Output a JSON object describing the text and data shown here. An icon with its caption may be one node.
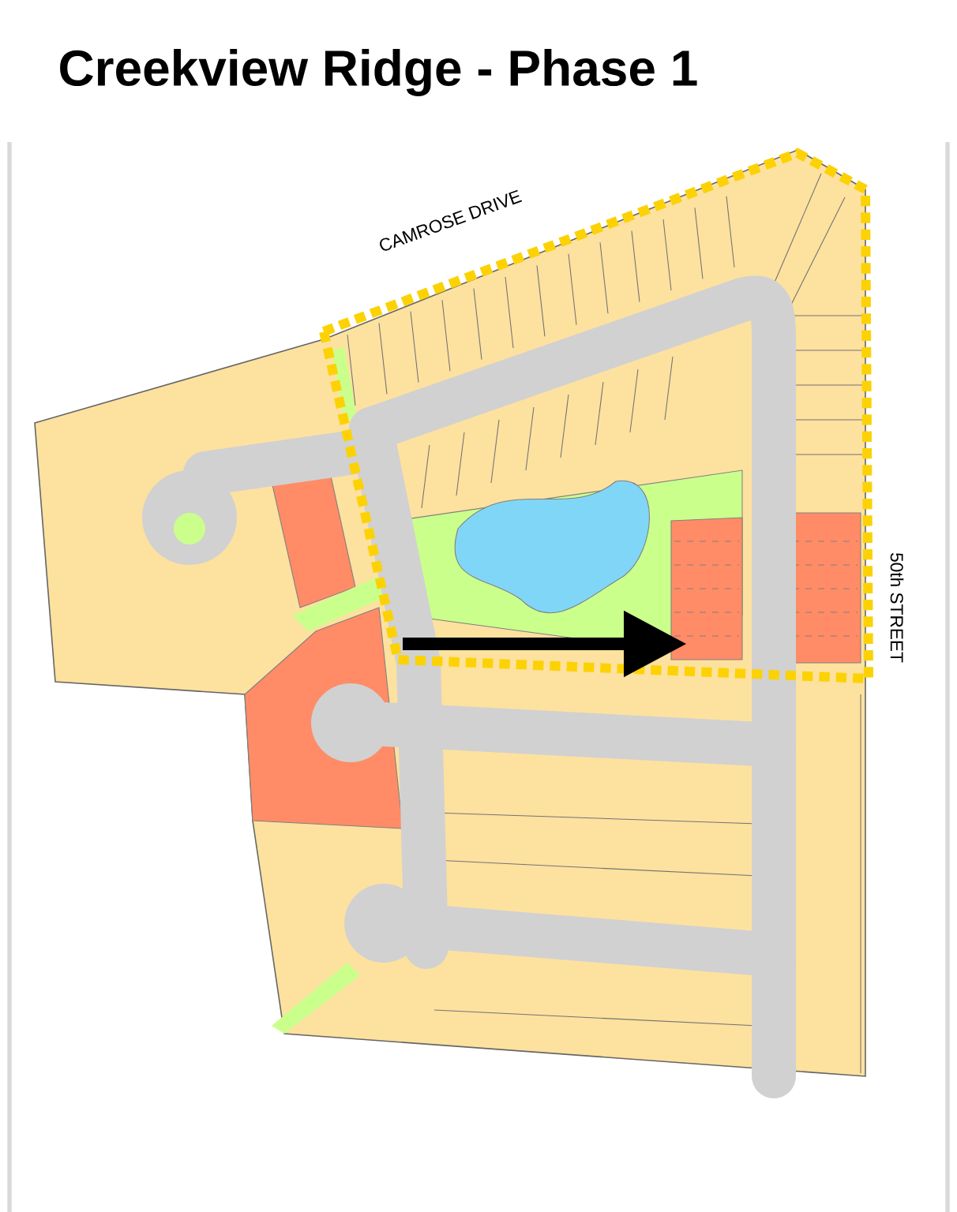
{
  "diagram": {
    "title": "Creekview Ridge - Phase 1",
    "labels": [
      "CAMROSE DRIVE",
      "50th STREET"
    ]
  }
}
